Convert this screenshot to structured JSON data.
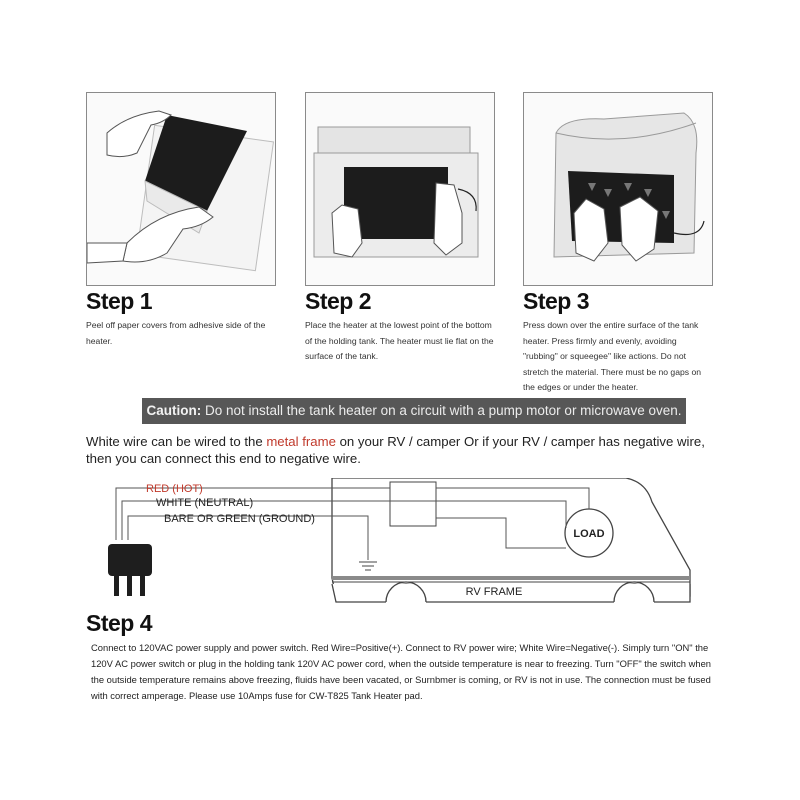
{
  "steps": [
    {
      "title": "Step 1",
      "text": "Peel off paper covers from adhesive side of the heater."
    },
    {
      "title": "Step 2",
      "text": "Place the heater at the lowest point of the bottom of the holding tank. The heater must lie flat on the surface of the tank."
    },
    {
      "title": "Step 3",
      "text": "Press down over the entire surface of the tank heater. Press firmly and evenly, avoiding \"rubbing\" or squeegee\" like actions. Do not stretch the material. There must be no gaps on the edges or under the heater."
    }
  ],
  "caution": {
    "label": "Caution:",
    "text": " Do not install the tank heater on a circuit with a pump motor or microwave oven."
  },
  "wiring_intro": {
    "before": "White wire can be wired to the ",
    "highlight": "metal frame",
    "after": " on your RV / camper Or if your RV / camper has negative wire, then you can connect this end to negative wire."
  },
  "diagram": {
    "wire_red": "RED (HOT)",
    "wire_white": "WHITE (NEUTRAL)",
    "wire_ground": "BARE OR GREEN (GROUND)",
    "load": "LOAD",
    "frame": "RV FRAME"
  },
  "step4": {
    "title": "Step 4",
    "text": "Connect to 120VAC power supply and power switch. Red Wire=Positive(+). Connect to RV power wire; White Wire=Negative(-). Simply turn \"ON\" the 120V AC power switch or plug in the holding tank 120V AC power cord, when the outside temperature is near to freezing. Turn \"OFF\" the switch when the outside temperature remains above freezing, fluids have been vacated, or Surnbmer is coming, or RV is not in use. The connection must be fused with correct amperage. Please use 10Amps fuse for CW-T825 Tank Heater pad."
  },
  "colors": {
    "caution_bar": "#575757",
    "highlight_red": "#c0392b",
    "heater_pad": "#1c1c1c"
  }
}
